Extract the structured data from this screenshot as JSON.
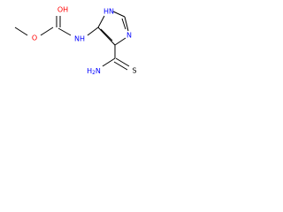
{
  "molecule": {
    "atoms": {
      "hydroxyl": "OH",
      "ether_oxygen": "O",
      "amide_nh": "NH",
      "ring_nh": "HN",
      "ring_n": "N",
      "amino": "H2N",
      "thione": "S"
    },
    "colors": {
      "oxygen": "#ff0000",
      "nitrogen": "#0000ff",
      "sulfur": "#000000",
      "bond": "#000000"
    }
  }
}
